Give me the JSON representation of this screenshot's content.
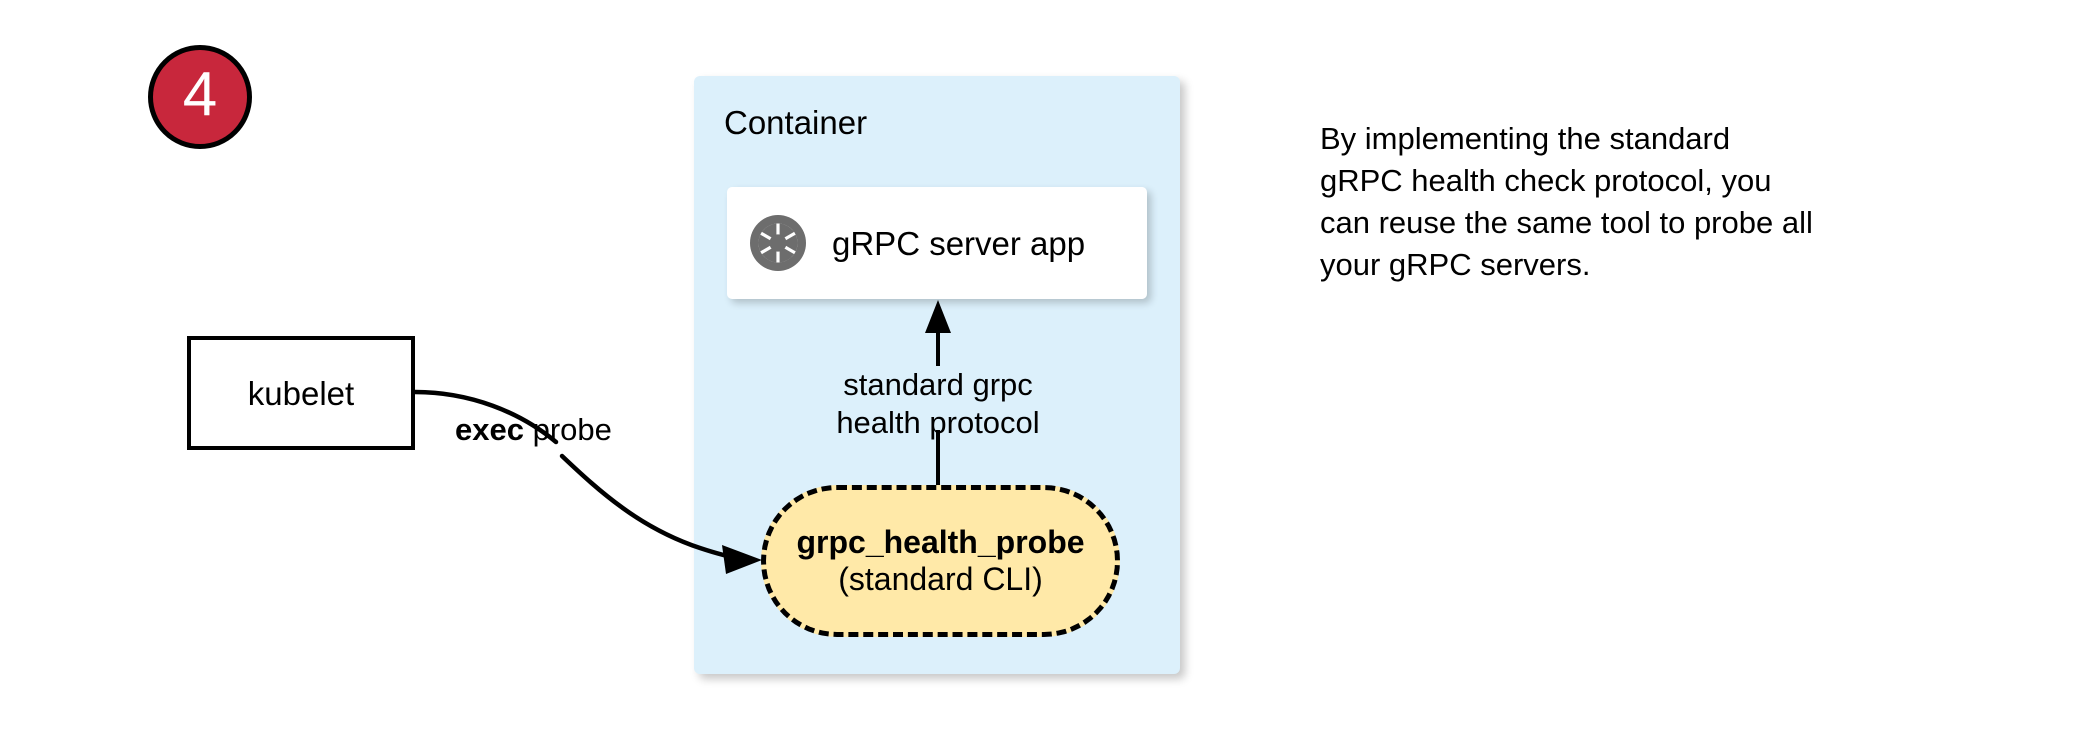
{
  "step": {
    "number": "4",
    "badge_color": "#c8273c",
    "badge_border_color": "#000000",
    "badge_text_color": "#ffffff"
  },
  "kubelet": {
    "label": "kubelet"
  },
  "container": {
    "title": "Container",
    "fill_color": "#dcf0fb"
  },
  "grpc_app": {
    "label": "gRPC server app",
    "icon": "aperture-icon",
    "icon_color": "#6d6d6d",
    "fill_color": "#ffffff"
  },
  "probe": {
    "name": "grpc_health_probe",
    "subtitle": "(standard CLI)",
    "fill_color": "#ffe9a8",
    "border_style": "dashed",
    "border_color": "#000000"
  },
  "edges": {
    "exec_probe_strong": "exec",
    "exec_probe_rest": " probe",
    "protocol_line1": "standard grpc",
    "protocol_line2": "health protocol"
  },
  "description": {
    "line1": "By implementing the standard",
    "line2": "gRPC health check protocol, you",
    "line3": "can reuse the same tool to probe all",
    "line4": "your gRPC servers."
  }
}
